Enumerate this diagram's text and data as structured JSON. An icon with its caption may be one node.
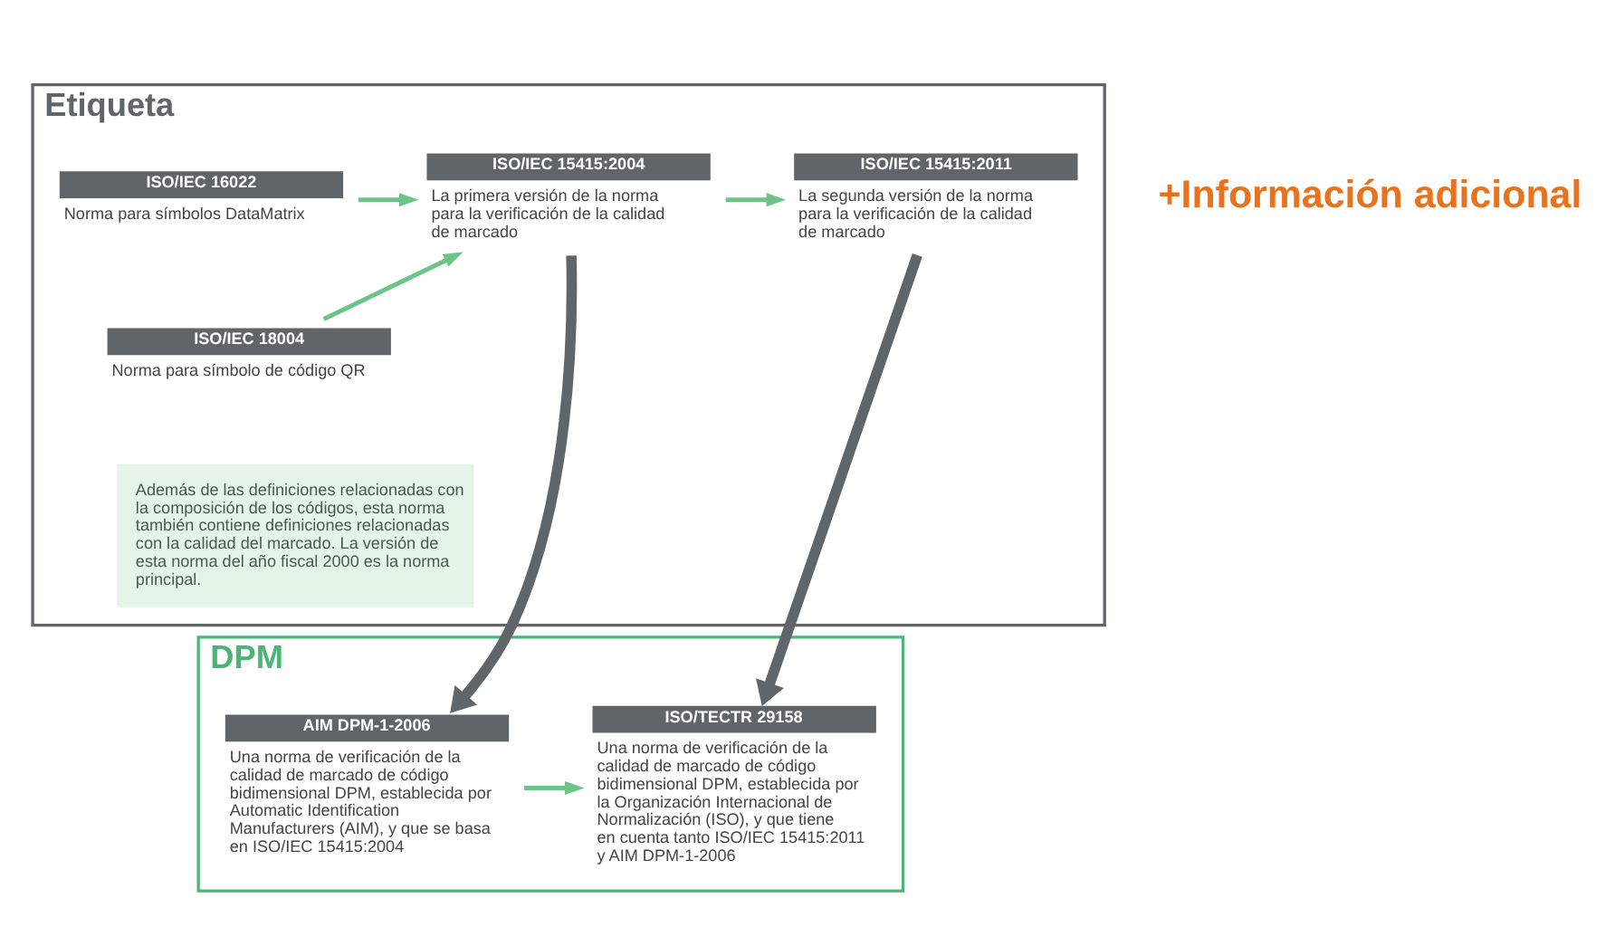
{
  "diagram": {
    "nodes": [
      {
        "text": [
          "Etiqueta"
        ]
      },
      {
        "text": [
          "ISO/IEC 16022",
          "Norma para símbolos DataMatrix"
        ],
        "in": 0
      },
      {
        "text": [
          "ISO/IEC 18004",
          "Norma para símbolo de código QR"
        ],
        "in": 0
      },
      {
        "text": [
          "ISO/IEC 15415:2004",
          "La primera versión de la norma para la verificación de la calidad de marcado"
        ],
        "in": 0
      },
      {
        "text": [
          "ISO/IEC 15415:2011",
          "La segunda versión de la norma para la verificación de la calidad de marcado"
        ],
        "in": 0
      },
      {
        "text": [
          "Además de las definiciones relacionadas con la composición de los códigos, esta norma también contiene definiciones relacionadas con la calidad del marcado. La versión de esta norma del año fiscal 2000 es la norma principal."
        ],
        "in": 0
      },
      {
        "text": [
          "DPM"
        ]
      },
      {
        "text": [
          "AIM DPM-1-2006",
          "Una norma de verificación de la calidad de marcado de código bidimensional DPM, establecida por Automatic Identification Manufacturers (AIM), y que se basa en ISO/IEC 15415:2004"
        ],
        "in": 6
      },
      {
        "text": [
          "ISO/TECTR 29158",
          "Una norma de verificación de la calidad de marcado de código bidimensional DPM, establecida por la Organización Internacional de Normalización (ISO), y que tiene en cuenta tanto ISO/IEC 15415:2011 y AIM DPM-1-2006"
        ],
        "in": 6
      }
    ],
    "edges": [
      {
        "from": 1,
        "to": 3,
        "arrow": "to"
      },
      {
        "from": 2,
        "to": 3,
        "arrow": "to"
      },
      {
        "from": 3,
        "to": 4,
        "arrow": "to"
      },
      {
        "from": 3,
        "to": 7,
        "arrow": "to",
        "style": "thick",
        "color": "#5f6569"
      },
      {
        "from": 4,
        "to": 8,
        "arrow": "to",
        "style": "thick",
        "color": "#5f6569"
      },
      {
        "from": 7,
        "to": 8,
        "arrow": "to"
      }
    ],
    "labels": [
      "+Información adicional"
    ]
  }
}
